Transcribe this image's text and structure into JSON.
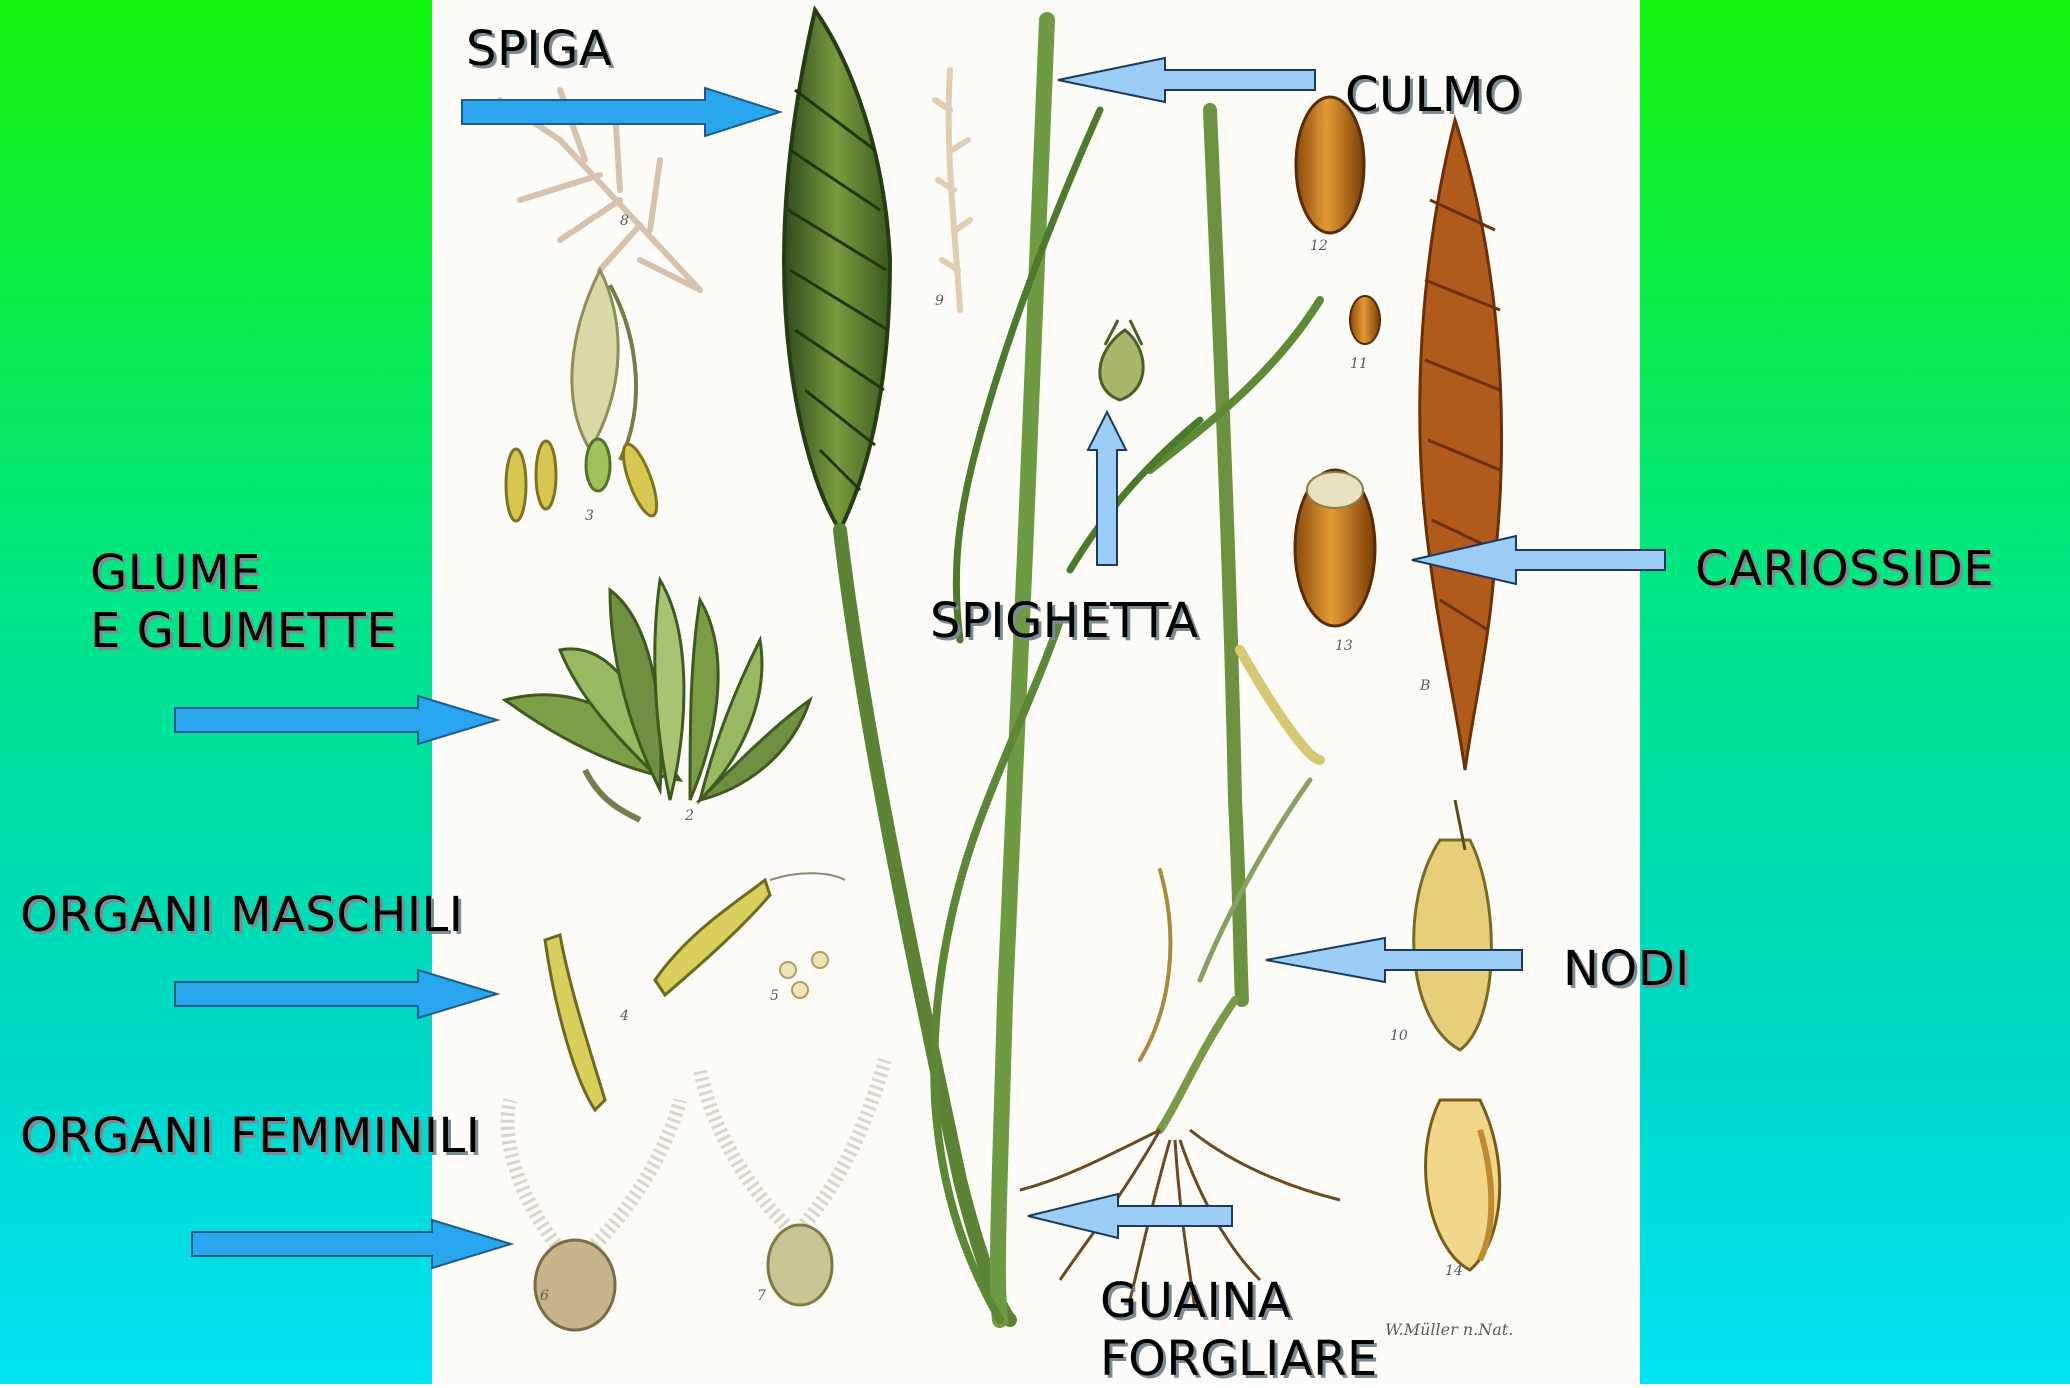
{
  "labels": {
    "spiga": "SPIGA",
    "culmo": "CULMO",
    "glume_line1": "GLUME",
    "glume_line2": "E  GLUMETTE",
    "spighetta": "SPIGHETTA",
    "cariosside": "CARIOSSIDE",
    "organi_maschili": "ORGANI MASCHILI",
    "nodi": "NODI",
    "organi_femminili": "ORGANI FEMMINILI",
    "guaina_line1": "GUAINA",
    "guaina_line2": "FORGLIARE"
  },
  "plate_numbers": [
    "8",
    "9",
    "3",
    "2",
    "4",
    "5",
    "6",
    "7",
    "12",
    "11",
    "13",
    "B",
    "10",
    "14"
  ],
  "signature": "W.Müller n.Nat.",
  "colors": {
    "background_top": "#14f50c",
    "background_bottom": "#00e2f2",
    "plate": "#fdfcf8",
    "arrow_dark": "#2aa6ee",
    "arrow_light": "#9ccdf7",
    "label_text": "#000000",
    "label_shadow": "#7b8b94",
    "stem_green": "#4f7a2e",
    "grain_orange": "#c26a12"
  },
  "icons": [
    "arrow-right-icon",
    "arrow-left-icon",
    "arrow-up-icon"
  ]
}
